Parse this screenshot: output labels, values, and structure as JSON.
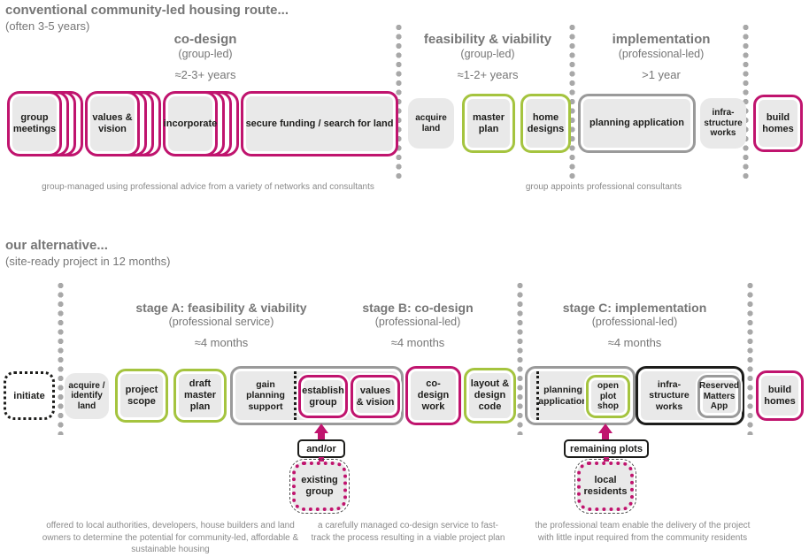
{
  "colors": {
    "pink": "#c0146e",
    "green": "#a5c43f",
    "gray_border": "#9a9a9a",
    "black": "#1d1d1b",
    "box_fill": "#e9e9e9",
    "heading_gray": "#767676"
  },
  "conventional": {
    "title": "conventional community-led housing route...",
    "subtitle": "(often 3-5 years)",
    "phases": [
      {
        "name": "co-design",
        "mode": "(group-led)",
        "duration": "≈2-3+ years"
      },
      {
        "name": "feasibility & viability",
        "mode": "(group-led)",
        "duration": "≈1-2+ years"
      },
      {
        "name": "implementation",
        "mode": "(professional-led)",
        "duration": ">1 year"
      }
    ],
    "boxes": [
      {
        "label": "group meetings",
        "style": "pink-stacked"
      },
      {
        "label": "values & vision",
        "style": "pink-stacked"
      },
      {
        "label": "incorporate",
        "style": "pink-stacked"
      },
      {
        "label": "secure funding / search for land",
        "style": "pink"
      },
      {
        "label": "acquire land",
        "style": "plain"
      },
      {
        "label": "master plan",
        "style": "green"
      },
      {
        "label": "home designs",
        "style": "green"
      },
      {
        "label": "planning application",
        "style": "gray"
      },
      {
        "label": "infra-structure works",
        "style": "plain"
      },
      {
        "label": "build homes",
        "style": "pink"
      }
    ],
    "notes": [
      "group-managed using professional advice from a variety of networks and consultants",
      "group appoints professional consultants"
    ]
  },
  "alternative": {
    "title": "our alternative...",
    "subtitle": "(site-ready project in 12 months)",
    "stages": [
      {
        "name": "stage A: feasibility & viability",
        "mode": "(professional service)",
        "duration": "≈4 months"
      },
      {
        "name": "stage B: co-design",
        "mode": "(professional-led)",
        "duration": "≈4 months"
      },
      {
        "name": "stage C: implementation",
        "mode": "(professional-led)",
        "duration": "≈4 months"
      }
    ],
    "boxes": [
      {
        "label": "initiate",
        "style": "black-dotted"
      },
      {
        "label": "acquire / identify land",
        "style": "plain"
      },
      {
        "label": "project scope",
        "style": "green"
      },
      {
        "label": "draft master plan",
        "style": "green"
      },
      {
        "label": "gain planning support",
        "style": "gray-container"
      },
      {
        "label": "establish group",
        "style": "pink"
      },
      {
        "label": "values & vision",
        "style": "pink"
      },
      {
        "label": "co-design work",
        "style": "pink"
      },
      {
        "label": "layout & design code",
        "style": "green"
      },
      {
        "label": "planning application",
        "style": "gray-container"
      },
      {
        "label": "open plot shop",
        "style": "green"
      },
      {
        "label": "infra-structure works",
        "style": "black-container"
      },
      {
        "label": "Reserved Matters App",
        "style": "gray"
      },
      {
        "label": "build homes",
        "style": "pink"
      }
    ],
    "callouts": {
      "and_or": "and/or",
      "existing_group": "existing group",
      "remaining_plots": "remaining plots",
      "local_residents": "local residents"
    },
    "notes": [
      "offered to local authorities, developers, house builders and land owners to determine the potential for community-led, affordable & sustainable housing",
      "a carefully managed co-design service to fast-track the process resulting in a viable project plan",
      "the professional team enable the delivery of the project with little input required from the community residents"
    ]
  }
}
